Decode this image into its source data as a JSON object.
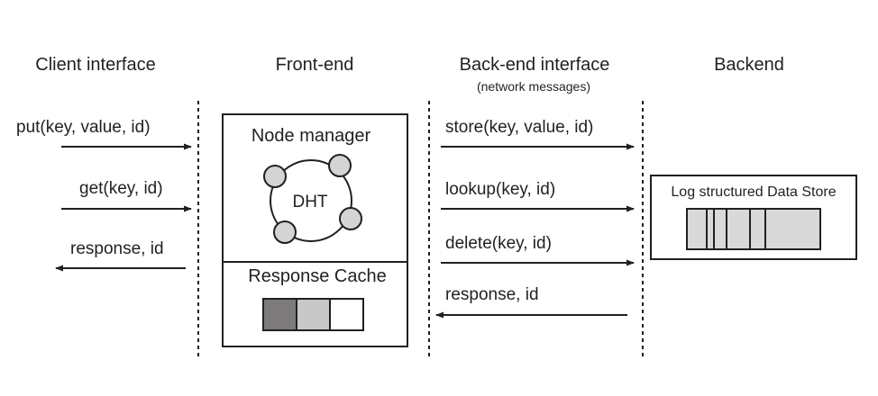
{
  "columns": {
    "client": "Client interface",
    "frontend": "Front-end",
    "backend_interface": "Back-end interface",
    "backend_interface_sub": "(network messages)",
    "backend": "Backend"
  },
  "client_messages": {
    "put": "put(key, value, id)",
    "get": "get(key, id)",
    "response": "response, id"
  },
  "frontend_box": {
    "node_manager": "Node manager",
    "dht": "DHT",
    "response_cache": "Response Cache",
    "cache_colors": [
      "#7d7b7c",
      "#c8c8c8",
      "#ffffff"
    ]
  },
  "backend_messages": {
    "store": "store(key, value, id)",
    "lookup": "lookup(key, id)",
    "delete": "delete(key, id)",
    "response": "response, id"
  },
  "backend_box": {
    "title": "Log structured Data Store"
  },
  "colors": {
    "ink": "#231f20",
    "node_fill": "#d4d4d4",
    "store_fill": "#d9d9d9"
  }
}
